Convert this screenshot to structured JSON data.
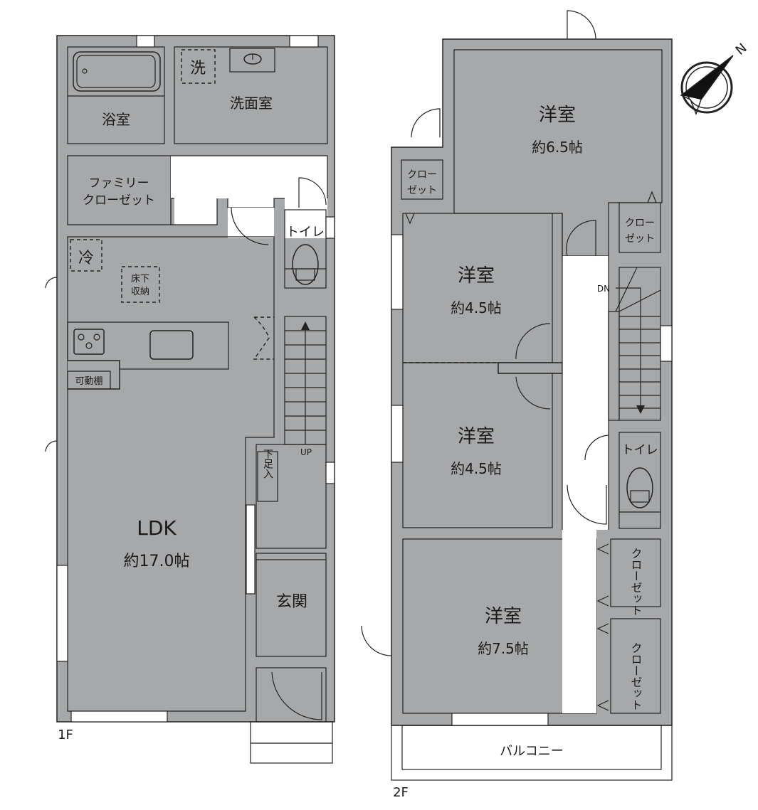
{
  "colors": {
    "wall": "#a7a8aa",
    "wet_area": "#e1f1fb",
    "ldk": "#fdeedd",
    "western_room": "#fdfbea",
    "storage": "#d9ceb3",
    "hall": "#ffffff",
    "outline": "#222222"
  },
  "floor1": {
    "label": "1F",
    "rooms": {
      "bath": {
        "name": "浴室"
      },
      "washroom": {
        "name": "洗面室",
        "washer_symbol": "洗"
      },
      "family_closet": {
        "name_line1": "ファミリー",
        "name_line2": "クローゼット"
      },
      "toilet": {
        "name": "トイレ"
      },
      "ldk": {
        "name": "LDK",
        "area": "約17.0帖",
        "fridge_symbol": "冷",
        "underfloor_storage_line1": "床下",
        "underfloor_storage_line2": "収納",
        "adjustable_shelf": "可動棚"
      },
      "shoe_storage": {
        "name": "下足入"
      },
      "entrance": {
        "name": "玄関"
      }
    },
    "stairs": {
      "label": "UP"
    }
  },
  "floor2": {
    "label": "2F",
    "rooms": {
      "western_1": {
        "name": "洋室",
        "area": "約6.5帖"
      },
      "western_2": {
        "name": "洋室",
        "area": "約4.5帖"
      },
      "western_3": {
        "name": "洋室",
        "area": "約4.5帖"
      },
      "western_4": {
        "name": "洋室",
        "area": "約7.5帖"
      },
      "closet_a": {
        "name_line1": "クロー",
        "name_line2": "ゼット"
      },
      "closet_b": {
        "name_line1": "クロー",
        "name_line2": "ゼット"
      },
      "closet_c": {
        "name": "クローゼット"
      },
      "closet_d": {
        "name": "クローゼット"
      },
      "toilet": {
        "name": "トイレ"
      },
      "balcony": {
        "name": "バルコニー"
      }
    },
    "stairs": {
      "label": "DN"
    }
  },
  "compass": {
    "north_label": "N",
    "icon": "north-arrow-icon"
  }
}
